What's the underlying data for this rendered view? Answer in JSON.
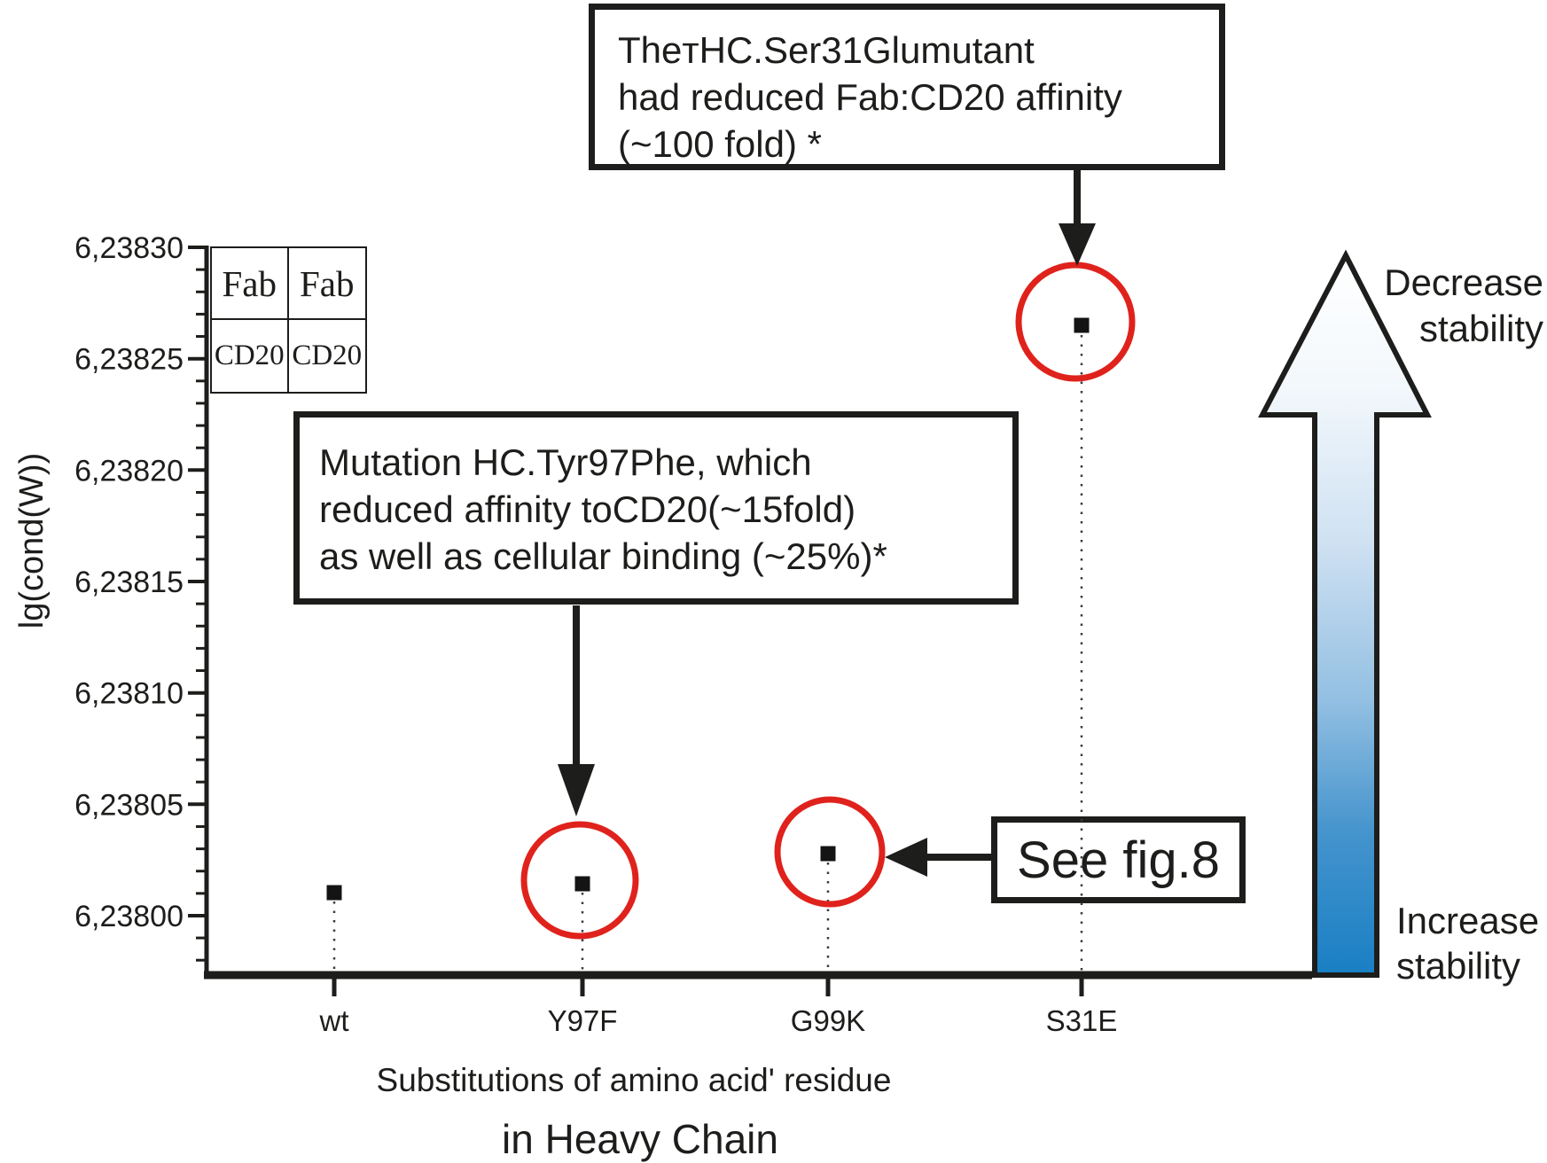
{
  "chart": {
    "y_axis": {
      "label": "lg(cond(W))",
      "tick_labels": [
        "6,23830",
        "6,23825",
        "6,23820",
        "6,23815",
        "6,23810",
        "6,23805",
        "6,23800"
      ]
    },
    "x_axis": {
      "tick_labels": [
        "wt",
        "Y97F",
        "G99K",
        "S31E"
      ],
      "title_line1": "Substitutions of amino acid' residue",
      "title_line2": "in Heavy Chain"
    }
  },
  "chart_data": {
    "type": "scatter",
    "x_categories": [
      "wt",
      "Y97F",
      "G99K",
      "S31E"
    ],
    "y_values": [
      6.23801,
      6.238015,
      6.238027,
      6.238265
    ],
    "ylabel": "lg(cond(W))",
    "xlabel": "Substitutions of amino acid' residue in Heavy Chain",
    "yticks": [
      "6,23800",
      "6,23805",
      "6,23810",
      "6,23815",
      "6,23820",
      "6,23825",
      "6,23830"
    ],
    "ylim_approx": [
      6.23797,
      6.2383
    ],
    "decimal_separator": ",",
    "marker": "black-filled-square",
    "grid": false,
    "drop_lines": "dotted vertical from each point to x-axis",
    "circled_points": [
      "Y97F",
      "G99K",
      "S31E"
    ],
    "annotation_targets": {
      "s31e_note": "S31E",
      "y97f_note": "Y97F",
      "see_fig_note": "G99K"
    }
  },
  "annotations": {
    "s31e_note": {
      "line1": "TheтHC.Ser31Glumutant",
      "line2": "had reduced Fab:CD20 affinity",
      "line3": "(~100 fold) *"
    },
    "y97f_note": {
      "line1": "Mutation HC.Tyr97Phe, which",
      "line2": "reduced affinity toCD20(~15fold)",
      "line3": "as well as cellular binding (~25%)*"
    },
    "see_fig": "See fig.8"
  },
  "legend_table": {
    "rows": [
      [
        "Fab",
        "Fab"
      ],
      [
        "CD20",
        "CD20"
      ]
    ]
  },
  "stability_arrow": {
    "top_label_line1": "Decrease",
    "top_label_line2": "stability",
    "bottom_label_line1": "Increase",
    "bottom_label_line2": "stability",
    "gradient_top_color": "#ffffff",
    "gradient_bottom_color": "#197fc4"
  },
  "colors": {
    "highlight_red": "#e0221c",
    "ink": "#1d1d1b",
    "arrow_blue": "#197fc4"
  }
}
